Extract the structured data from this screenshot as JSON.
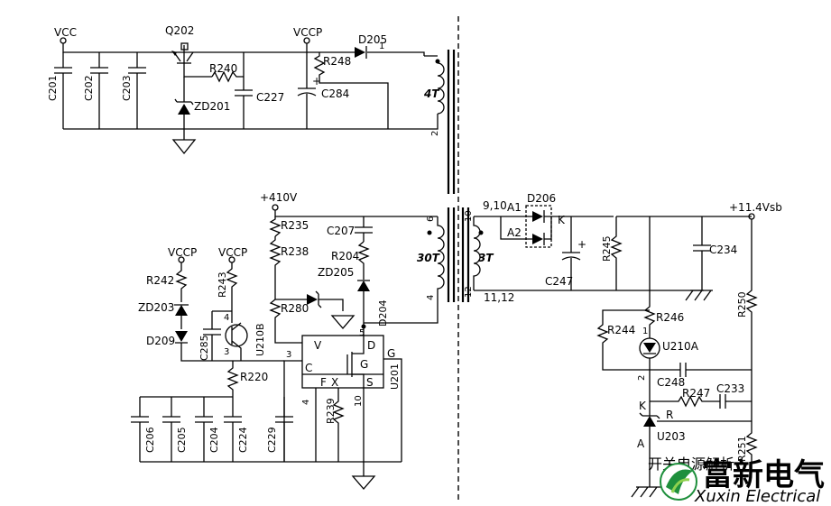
{
  "nets": {
    "vcc": "VCC",
    "vccp1": "VCCP",
    "vccp2": "VCCP",
    "vccp3": "VCCP",
    "hv410": "+410V",
    "vsb": "+11.4Vsb"
  },
  "components": {
    "q202": "Q202",
    "d205": "D205",
    "r240": "R240",
    "r248": "R248",
    "c201": "C201",
    "c202": "C202",
    "c203": "C203",
    "c227": "C227",
    "c284": "C284",
    "zd201": "ZD201",
    "r235": "R235",
    "r238": "R238",
    "r280": "R280",
    "c207": "C207",
    "r204": "R204",
    "zd205": "ZD205",
    "d204": "D204",
    "r242": "R242",
    "r243": "R243",
    "zd203": "ZD203",
    "d209": "D209",
    "c285": "C285",
    "u210b": "U210B",
    "r220": "R220",
    "c206": "C206",
    "c205": "C205",
    "c204": "C204",
    "c224": "C224",
    "c229": "C229",
    "r239": "R239",
    "u201": "U201",
    "d206": "D206",
    "r245": "R245",
    "c234": "C234",
    "c247": "C247",
    "r250": "R250",
    "r244": "R244",
    "r246": "R246",
    "u210a": "U210A",
    "c248": "C248",
    "r247": "R247",
    "c233": "C233",
    "u203": "U203",
    "r251": "R251"
  },
  "windings": {
    "aux": "4T",
    "primary": "30T",
    "secondary": "3T"
  },
  "pins": {
    "aux_top": "1",
    "aux_bottom": "2",
    "pri_top": "6",
    "pri_bottom": "4",
    "sec_top": "9,10",
    "sec_bottom": "11,12",
    "sec_top_num": "10",
    "sec_bottom_num": "12",
    "d206_a1": "A1",
    "d206_a2": "A2",
    "d206_k": "K",
    "u201_v": "V",
    "u201_d": "D",
    "u201_c": "C",
    "u201_g": "G",
    "u201_f": "F",
    "u201_x": "X",
    "u201_s": "S",
    "u201_p1": "3",
    "u201_p4": "4",
    "u201_p5": "5",
    "u201_p10": "10",
    "u210b_p4": "4",
    "u210b_p3": "3",
    "u210a_p1": "1",
    "u210a_p2": "2",
    "u203_k": "K",
    "u203_r": "R",
    "u203_a": "A",
    "opto_p2": "2"
  },
  "watermark": {
    "grey_text": "开关电源解析",
    "brand_cn": "富新电气",
    "brand_en": "Xuxin Electrical"
  },
  "colors": {
    "wire": "#000000",
    "brand_green": "#1e8f3c"
  }
}
